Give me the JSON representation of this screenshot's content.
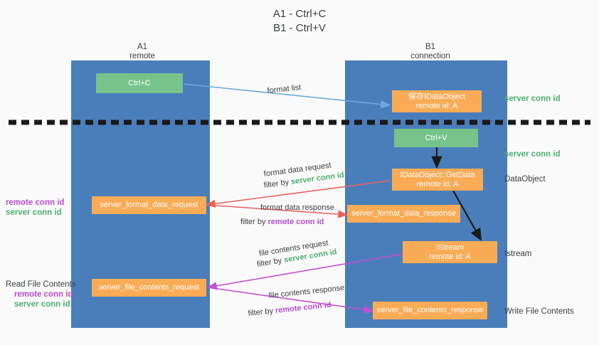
{
  "title": "A1 - Ctrl+C\nB1 - Ctrl+V",
  "colors": {
    "lane": "#4a7ebb",
    "green_box": "#76c48c",
    "orange_box": "#f9ab55",
    "server_conn_id": "#4caf6d",
    "remote_conn_id": "#b24cd0",
    "arrow_blue": "#6aa9e0",
    "arrow_red": "#e8615c",
    "arrow_purple": "#c24fd0",
    "arrow_black": "#1a1a1a",
    "background": "#fafafa"
  },
  "columns": {
    "left": "A1\nremote",
    "right": "B1\nconnection"
  },
  "boxes": {
    "ctrl_c": "Ctrl+C",
    "save_idataobject": "保存IDataObject\nremote id: A",
    "ctrl_v": "Ctrl+V",
    "getdata": "IDataObject::GetData\nremote id: A",
    "istream": "IStream\nremote id: A",
    "server_format_data_request": "server_format_data_request",
    "server_format_data_response": "server_format_data_response",
    "server_file_contents_request": "server_file_contents_request",
    "server_file_contents_response": "server_file_contents_response"
  },
  "arrow_labels": {
    "format_list": "format list",
    "format_data_request": "format data request",
    "format_data_request_filter_prefix": "filter by ",
    "format_data_request_filter_value": "server conn id",
    "format_data_response": "format data response",
    "format_data_response_filter_prefix": "filter by ",
    "format_data_response_filter_value": "remote conn id",
    "file_contents_request": "file contents request",
    "file_contents_request_filter_prefix": "filter by ",
    "file_contents_request_filter_value": "server conn id",
    "file_contents_response": "file contents response",
    "file_contents_response_filter_prefix": "filter by ",
    "file_contents_response_filter_value": "remote conn id"
  },
  "right_notes": {
    "server_conn_id_top": "server conn id",
    "server_conn_id_mid": "server conn id",
    "dataobject": "DataObject",
    "istream": "Istream",
    "write_file_contents": "Write File Contents"
  },
  "left_notes": {
    "remote_conn_id_upper": "remote conn id",
    "server_conn_id_upper": "server conn id",
    "read_file_contents": "Read File Contents",
    "remote_conn_id_lower": "remote conn id",
    "server_conn_id_lower": "server conn id"
  }
}
